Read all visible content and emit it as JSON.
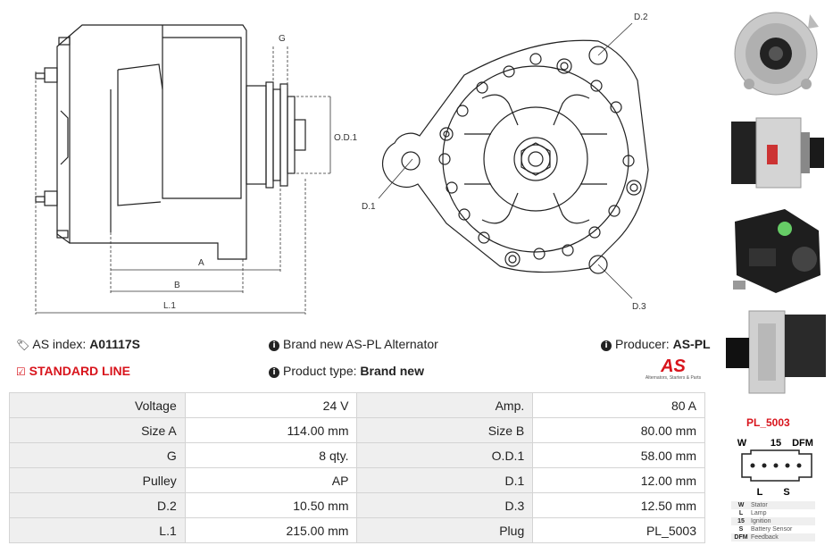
{
  "drawing_labels": {
    "g": "G",
    "a": "A",
    "b": "B",
    "l1": "L.1",
    "od1": "O.D.1",
    "d1": "D.1",
    "d2": "D.2",
    "d3": "D.3"
  },
  "info": {
    "as_index_label": "AS index:",
    "as_index_value": "A01117S",
    "standard_line": "STANDARD LINE",
    "brand_new_text": "Brand new AS-PL Alternator",
    "product_type_label": "Product type:",
    "product_type_value": "Brand new",
    "producer_label": "Producer:",
    "producer_value": "AS-PL",
    "logo_text": "AS",
    "logo_tagline": "Alternators, Starters & Parts"
  },
  "specs": [
    {
      "label": "Voltage",
      "value": "24 V",
      "label2": "Amp.",
      "value2": "80 A"
    },
    {
      "label": "Size A",
      "value": "114.00 mm",
      "label2": "Size B",
      "value2": "80.00 mm"
    },
    {
      "label": "G",
      "value": "8 qty.",
      "label2": "O.D.1",
      "value2": "58.00 mm"
    },
    {
      "label": "Pulley",
      "value": "AP",
      "label2": "D.1",
      "value2": "12.00 mm"
    },
    {
      "label": "D.2",
      "value": "10.50 mm",
      "label2": "D.3",
      "value2": "12.50 mm"
    },
    {
      "label": "L.1",
      "value": "215.00 mm",
      "label2": "Plug",
      "value2": "PL_5003"
    }
  ],
  "plug": {
    "title": "PL_5003",
    "top_labels": [
      "W",
      "15",
      "DFM"
    ],
    "bottom_labels": [
      "L",
      "S"
    ],
    "legend": [
      {
        "key": "W",
        "desc": "Stator"
      },
      {
        "key": "L",
        "desc": "Lamp"
      },
      {
        "key": "15",
        "desc": "Ignition"
      },
      {
        "key": "S",
        "desc": "Battery Sensor"
      },
      {
        "key": "DFM",
        "desc": "Feedback"
      }
    ]
  },
  "colors": {
    "accent": "#d8141c",
    "label_bg": "#efefef",
    "border": "#d4d4d4"
  }
}
